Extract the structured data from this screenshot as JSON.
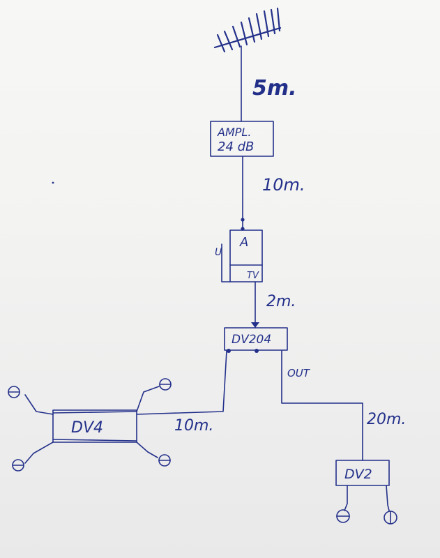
{
  "diagram": {
    "ink_color": "#23308a",
    "paper_color": "#f4f4f2",
    "antenna": {
      "icon": "tv-antenna-icon"
    },
    "cable_antenna_amp": {
      "length": "5m."
    },
    "amplifier": {
      "line1": "AMPL.",
      "line2": "24 dB"
    },
    "cable_amp_splitter": {
      "length": "10m."
    },
    "splitter": {
      "input_label": "A",
      "side_label": "U",
      "output_label": "TV"
    },
    "cable_splitter_dv204": {
      "length": "2m."
    },
    "dv204": {
      "label": "DV204",
      "out_label": "OUT"
    },
    "cable_dv204_dv4": {
      "length": "10m."
    },
    "dv4": {
      "label": "DV4"
    },
    "cable_dv204_dv2": {
      "length": "20m."
    },
    "dv2": {
      "label": "DV2"
    },
    "outlet_icon": "tv-outlet-icon"
  }
}
